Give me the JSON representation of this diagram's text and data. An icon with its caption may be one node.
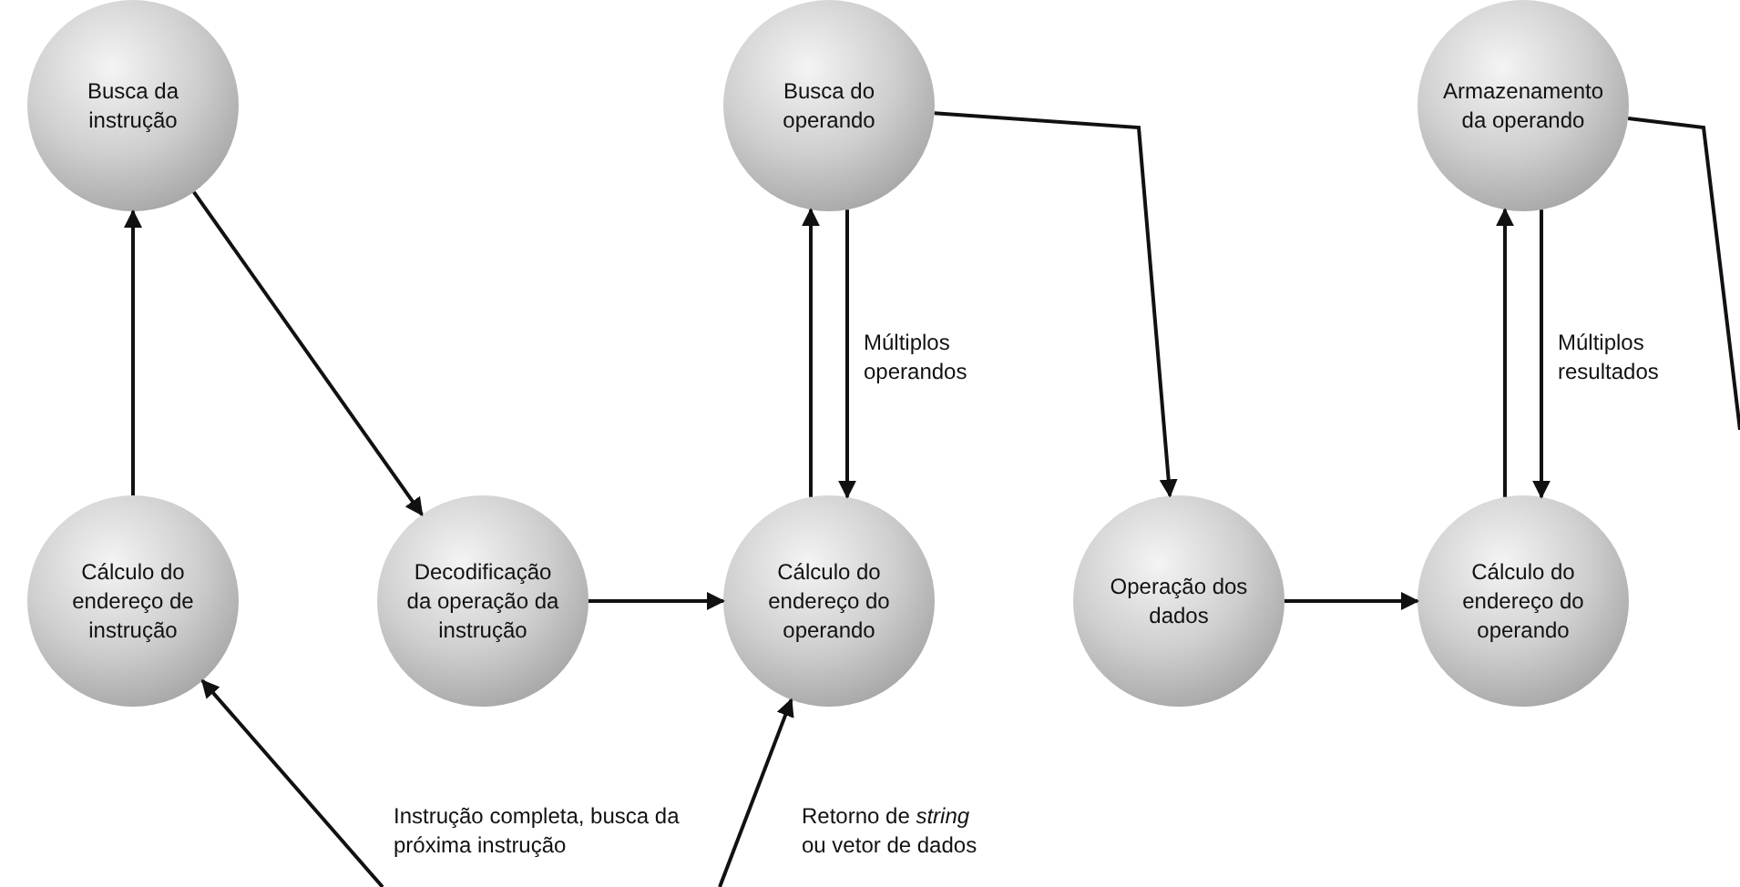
{
  "diagram": {
    "nodes": [
      {
        "text": [
          "Busca da instrução"
        ]
      },
      {
        "text": [
          "Cálculo do endereço de instrução"
        ]
      },
      {
        "text": [
          "Decodificação da operação da instrução"
        ]
      },
      {
        "text": [
          "Busca do operando"
        ]
      },
      {
        "text": [
          "Cálculo do endereço do operando"
        ]
      },
      {
        "text": [
          "Operação dos dados"
        ]
      },
      {
        "text": [
          "Armazenamento da operando"
        ]
      },
      {
        "text": [
          "Cálculo do endereço do operando"
        ]
      }
    ],
    "edges": [
      {
        "from": 1,
        "to": 0,
        "arrow": "to"
      },
      {
        "from": 0,
        "to": 2,
        "arrow": "to"
      },
      {
        "from": 2,
        "to": 4,
        "arrow": "to"
      },
      {
        "from": 4,
        "to": 3,
        "arrow": "to"
      },
      {
        "from": 3,
        "to": 4,
        "arrow": "to",
        "label": "Múltiplos operandos"
      },
      {
        "from": 3,
        "to": 5,
        "arrow": "to"
      },
      {
        "from": 5,
        "to": 7,
        "arrow": "to"
      },
      {
        "from": 7,
        "to": 6,
        "arrow": "to"
      },
      {
        "from": 6,
        "to": 7,
        "arrow": "to",
        "label": "Múltiplos resultados"
      },
      {
        "from": 6,
        "to": null,
        "arrow": "none"
      },
      {
        "from": null,
        "to": 1,
        "arrow": "to",
        "label": "Instrução completa, busca da próxima instrução"
      },
      {
        "from": null,
        "to": 4,
        "arrow": "to",
        "label": "Retorno de *string* ou vetor de dados"
      }
    ]
  }
}
